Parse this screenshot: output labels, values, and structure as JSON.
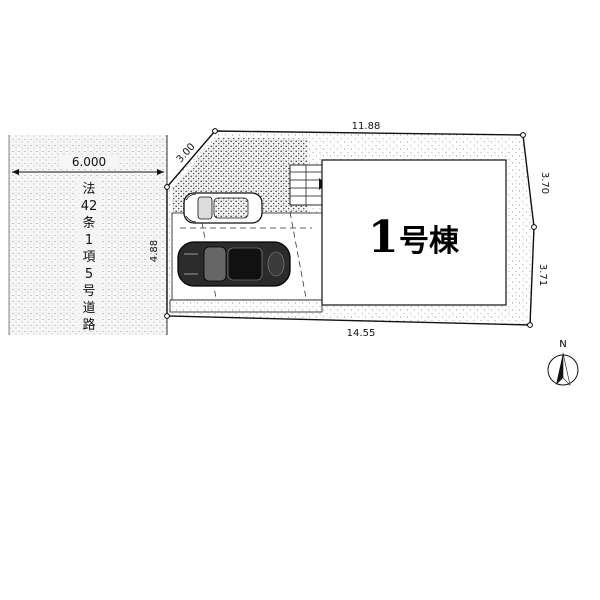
{
  "road": {
    "width_label": "6.000",
    "description_chars": [
      "法",
      "42",
      "条",
      "1",
      "項",
      "5",
      "号",
      "道",
      "路"
    ]
  },
  "lot": {
    "dims": {
      "top": "11.88",
      "diagonal": "3.00",
      "left": "4.88",
      "bottom": "14.55",
      "right_upper": "3.70",
      "right_lower": "3.71"
    }
  },
  "building": {
    "number": "1",
    "suffix": "号棟"
  },
  "north": {
    "label": "N"
  }
}
